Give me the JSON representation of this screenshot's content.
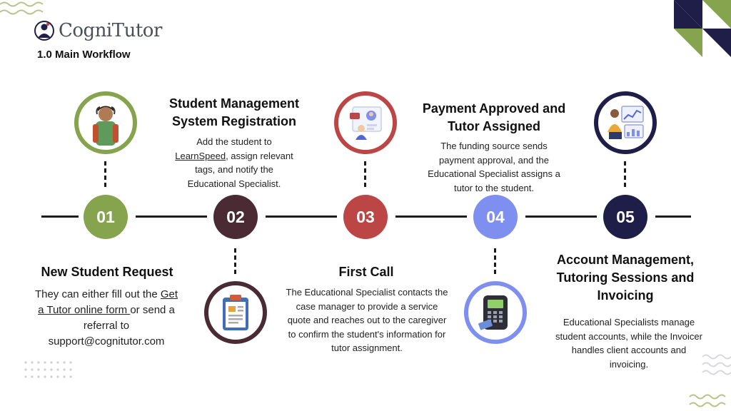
{
  "brand": {
    "name": "CogniTutor"
  },
  "subtitle": "1.0 Main Workflow",
  "colors": {
    "green": "#86a34e",
    "maroon": "#4a2b33",
    "red": "#bc4545",
    "periwinkle": "#7e8ff0",
    "navy": "#1f1e48"
  },
  "steps": [
    {
      "number": "01",
      "title": "New Student Request",
      "desc_before": "They can either fill out the ",
      "link": "Get a Tutor online form ",
      "desc_after": "or send a referral to support@cognitutor.com",
      "icon": "student-icon"
    },
    {
      "number": "02",
      "title": "Student Management System Registration",
      "desc_before": "Add the student to ",
      "link": "LearnSpeed",
      "desc_after": ", assign relevant tags, and notify the Educational Specialist.",
      "icon": "clipboard-icon"
    },
    {
      "number": "03",
      "title": "First Call",
      "desc": "The Educational Specialist contacts the case manager to provide a service quote and reaches out to the caregiver to confirm the student's information for tutor assignment.",
      "icon": "video-call-icon"
    },
    {
      "number": "04",
      "title": "Payment Approved and Tutor Assigned",
      "desc": "The funding source sends payment approval, and the Educational Specialist assigns a tutor to the student.",
      "icon": "payment-terminal-icon"
    },
    {
      "number": "05",
      "title": "Account Management, Tutoring Sessions and Invoicing",
      "desc": "Educational Specialists manage student accounts, while the Invoicer handles client accounts and invoicing.",
      "icon": "dashboard-icon"
    }
  ]
}
